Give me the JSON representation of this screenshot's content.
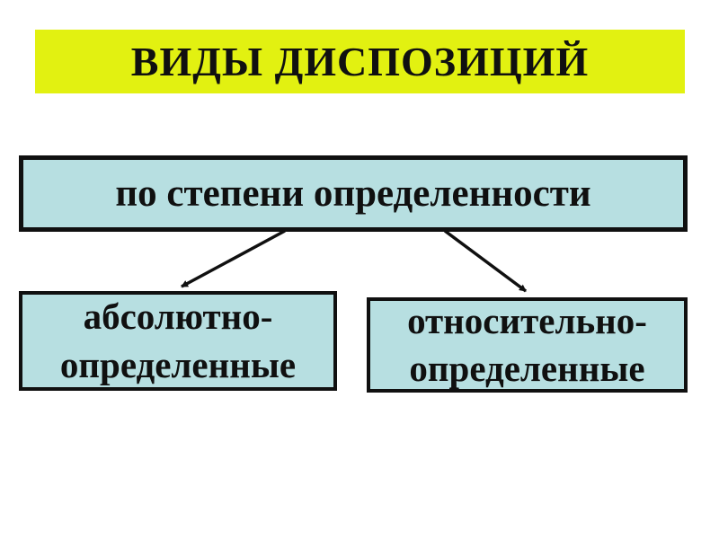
{
  "slide": {
    "title": "ВИДЫ ДИСПОЗИЦИЙ",
    "root_node": {
      "label": "по степени определенности"
    },
    "children": [
      {
        "label": "абсолютно-\nопределенные"
      },
      {
        "label": "относительно-\nопределенные"
      }
    ],
    "colors": {
      "banner": "#e2f111",
      "node_fill": "#b7dfe1",
      "ink": "#101010",
      "background": "#ffffff"
    }
  }
}
